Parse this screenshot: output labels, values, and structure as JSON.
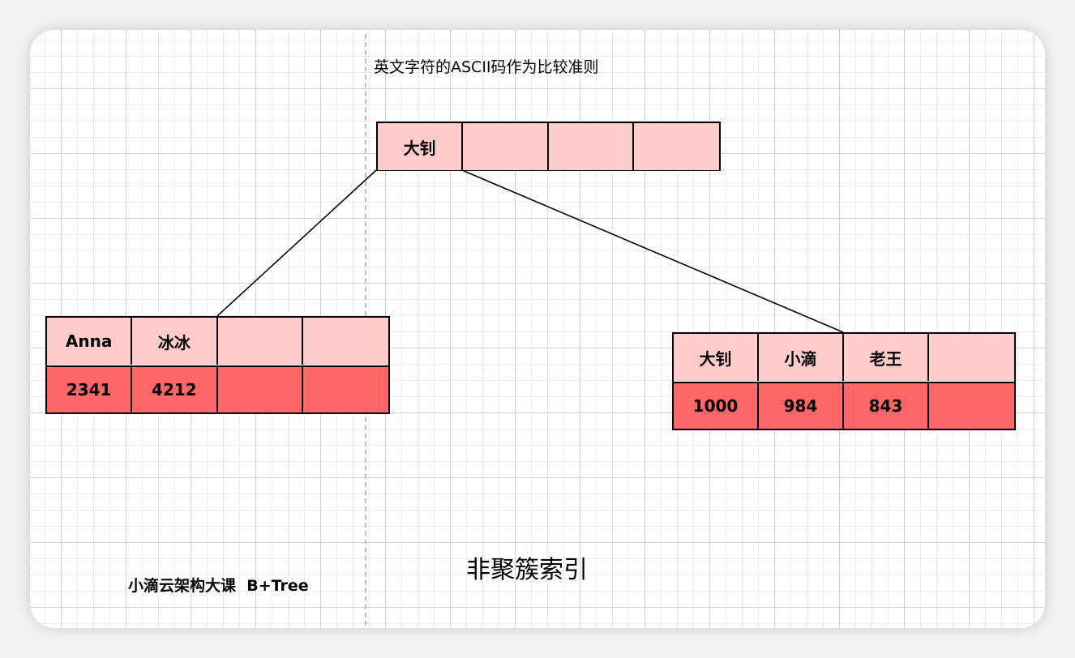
{
  "colors": {
    "key_cell": "#ffcccc",
    "value_cell": "#ff6666"
  },
  "header_note": "英文字符的ASCII码作为比较准则",
  "root_node": {
    "keys": [
      "大钊",
      "",
      "",
      ""
    ]
  },
  "left_leaf": {
    "keys": [
      "Anna",
      "冰冰",
      "",
      ""
    ],
    "values": [
      "2341",
      "4212",
      "",
      ""
    ]
  },
  "right_leaf": {
    "keys": [
      "大钊",
      "小滴",
      "老王",
      ""
    ],
    "values": [
      "1000",
      "984",
      "843",
      ""
    ]
  },
  "caption": "非聚簇索引",
  "footer_label": "小滴云架构大课  B+Tree"
}
